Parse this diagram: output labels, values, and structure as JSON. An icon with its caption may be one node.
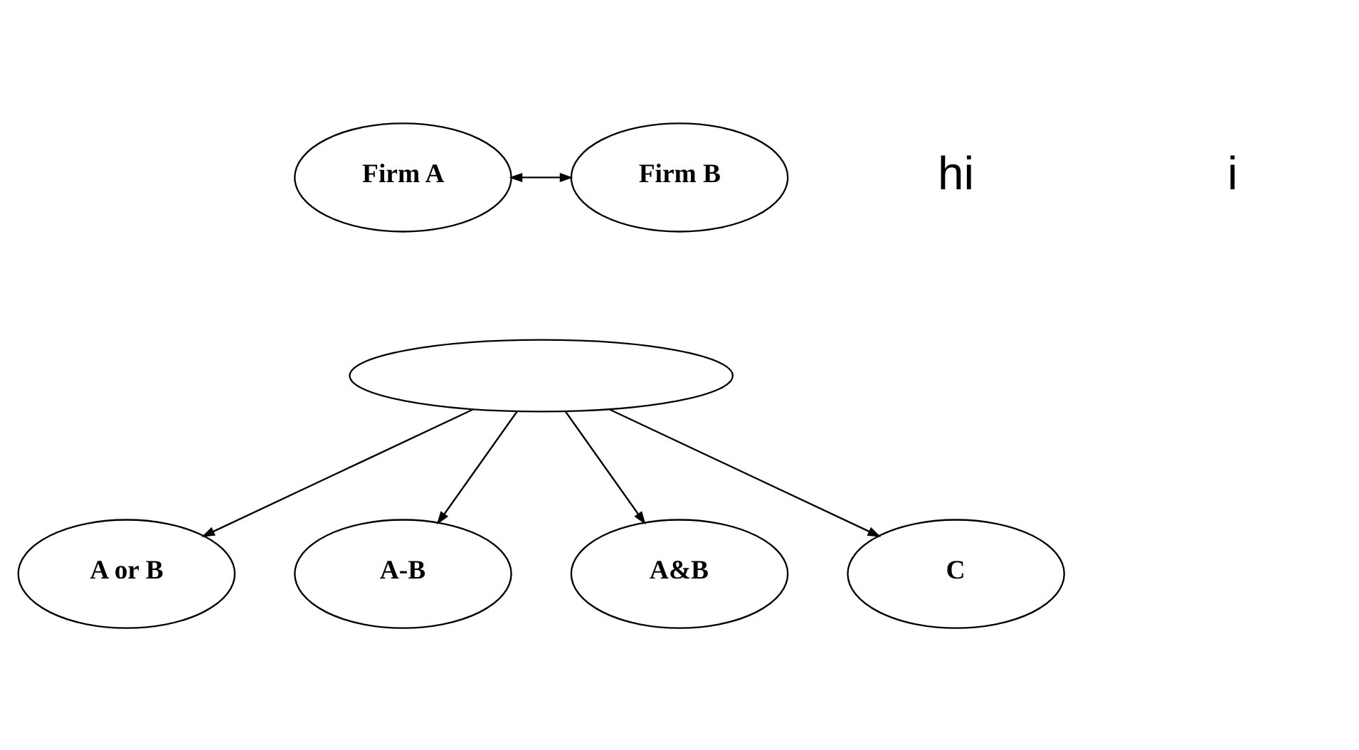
{
  "diagram": {
    "nodes": [
      {
        "text": [
          "Firm A"
        ]
      },
      {
        "text": [
          "Firm B"
        ]
      },
      {
        "text": [],
        "shape": "arc"
      },
      {
        "text": [
          "A or B"
        ]
      },
      {
        "text": [
          "A-B"
        ]
      },
      {
        "text": [
          "A&B"
        ]
      },
      {
        "text": [
          "C"
        ]
      }
    ],
    "edges": [
      {
        "from": 0,
        "to": 1,
        "arrow": "both"
      },
      {
        "from": 2,
        "to": 3,
        "arrow": "to"
      },
      {
        "from": 2,
        "to": 4,
        "arrow": "to"
      },
      {
        "from": 2,
        "to": 5,
        "arrow": "to"
      },
      {
        "from": 2,
        "to": 6,
        "arrow": "to"
      }
    ],
    "labels": [
      "hi",
      "i"
    ]
  }
}
